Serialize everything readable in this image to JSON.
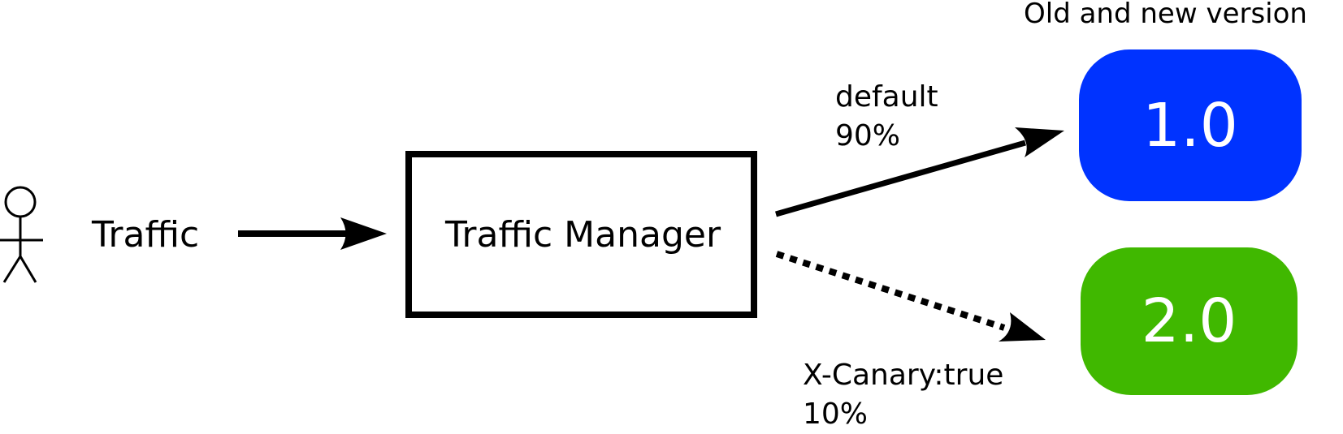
{
  "diagram": {
    "header": "Old and new version",
    "user_label": "Traffic",
    "manager_label": "Traffic Manager",
    "routes": {
      "default": {
        "condition": "default",
        "share": "90%"
      },
      "canary": {
        "condition": "X-Canary:true",
        "share": "10%"
      }
    },
    "versions": [
      {
        "label": "1.0",
        "color": "#0033ff"
      },
      {
        "label": "2.0",
        "color": "#40b800"
      }
    ]
  }
}
